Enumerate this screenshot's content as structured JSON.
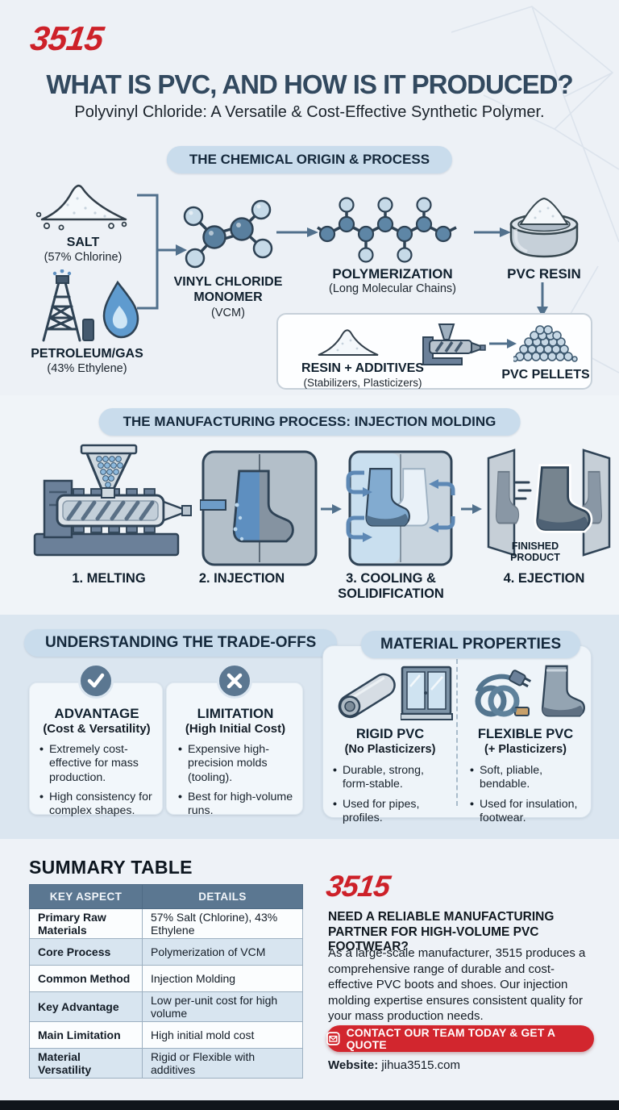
{
  "colors": {
    "accent_red": "#cd2129",
    "navy": "#32495f",
    "slate": "#5b7791",
    "pill_bg": "#c9dcec"
  },
  "header": {
    "logo": "3515",
    "title": "WHAT IS PVC, AND HOW IS IT PRODUCED?",
    "subtitle": "Polyvinyl Chloride: A Versatile & Cost-Effective Synthetic Polymer."
  },
  "chemical": {
    "heading": "THE CHEMICAL ORIGIN & PROCESS",
    "salt_label": "SALT",
    "salt_sub": "(57% Chlorine)",
    "petroleum_label": "PETROLEUM/GAS",
    "petroleum_sub": "(43% Ethylene)",
    "vcm_line1": "VINYL CHLORIDE",
    "vcm_line2": "MONOMER",
    "vcm_sub": "(VCM)",
    "poly_label": "POLYMERIZATION",
    "poly_sub": "(Long Molecular Chains)",
    "resin_label": "PVC RESIN",
    "additives_label": "RESIN + ADDITIVES",
    "additives_sub": "(Stabilizers, Plasticizers)",
    "pellets_label": "PVC PELLETS"
  },
  "manufacturing": {
    "heading": "THE MANUFACTURING PROCESS: INJECTION MOLDING",
    "steps": [
      "1. MELTING",
      "2. INJECTION",
      "3. COOLING & SOLIDIFICATION",
      "4. EJECTION"
    ],
    "finished_label": "FINISHED PRODUCT"
  },
  "tradeoffs": {
    "heading": "UNDERSTANDING THE TRADE-OFFS",
    "advantage": {
      "title": "ADVANTAGE",
      "subtitle": "(Cost & Versatility)",
      "bullets": [
        "Extremely cost-effective for mass production.",
        "High consistency for complex shapes."
      ]
    },
    "limitation": {
      "title": "LIMITATION",
      "subtitle": "(High Initial Cost)",
      "bullets": [
        "Expensive high-precision molds (tooling).",
        "Best for high-volume runs."
      ]
    }
  },
  "properties": {
    "heading": "MATERIAL PROPERTIES",
    "rigid": {
      "title": "RIGID PVC",
      "subtitle": "(No Plasticizers)",
      "bullets": [
        "Durable, strong, form-stable.",
        "Used for pipes, profiles."
      ]
    },
    "flexible": {
      "title": "FLEXIBLE PVC",
      "subtitle": "(+ Plasticizers)",
      "bullets": [
        "Soft, pliable, bendable.",
        "Used for insulation, footwear."
      ]
    }
  },
  "summary": {
    "heading": "SUMMARY TABLE",
    "columns": [
      "KEY ASPECT",
      "DETAILS"
    ],
    "rows": [
      {
        "aspect": "Primary Raw Materials",
        "detail": "57% Salt (Chlorine), 43% Ethylene"
      },
      {
        "aspect": "Core Process",
        "detail": "Polymerization of VCM"
      },
      {
        "aspect": "Common Method",
        "detail": "Injection Molding"
      },
      {
        "aspect": "Key Advantage",
        "detail": "Low per-unit cost for high volume"
      },
      {
        "aspect": "Main Limitation",
        "detail": "High initial mold cost"
      },
      {
        "aspect": "Material Versatility",
        "detail": "Rigid or Flexible with additives"
      }
    ]
  },
  "cta": {
    "logo": "3515",
    "heading": "NEED A RELIABLE MANUFACTURING PARTNER FOR HIGH-VOLUME PVC FOOTWEAR?",
    "body": "As a large-scale manufacturer, 3515 produces a comprehensive range of durable and cost-effective PVC boots and shoes. Our injection molding expertise ensures consistent quality for your mass production needs.",
    "button_label": "CONTACT OUR TEAM TODAY & GET A QUOTE",
    "website_label": "Website:",
    "website_value": "jihua3515.com"
  }
}
